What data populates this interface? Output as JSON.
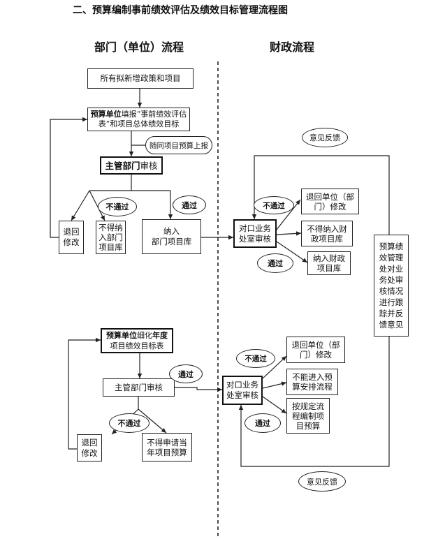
{
  "title": "二、预算编制事前绩效评估及绩效目标管理流程图",
  "columns": {
    "left": "部门（单位）流程",
    "right": "财政流程"
  },
  "top": {
    "new_policy": "所有拟新增政策和项目",
    "fill_form_bold": "预算单位",
    "fill_form_rest": "填报“事前绩效评估表”和项目总体绩效目标",
    "submit_with_budget": "随同项目预算上报",
    "dept_review_bold": "主管部门",
    "dept_review_rest": "审核",
    "fail": "不通过",
    "pass": "通过",
    "return_modify": "退回\n修改",
    "not_into_lib": "不得纳\n入部门\n项目库",
    "into_lib": "纳入\n部门项目库",
    "feedback": "意见反馈",
    "fin_review": "对口业务\n处室审核",
    "fin_fail": "不通过",
    "fin_pass": "通过",
    "return_unit": "退回单位（部\n门）修改",
    "not_into_fin": "不得纳入财\n政项目库",
    "into_fin": "纳入财政\n项目库"
  },
  "side": {
    "track": "预算绩\n效管理\n处对业\n务处审\n核情况\n进行跟\n踪并反\n馈意见"
  },
  "bottom": {
    "refine_bold1": "预算单位",
    "refine_mid": "细化",
    "refine_bold2": "年度",
    "refine_line2": "项目绩效目标表",
    "dept_review": "主管部门审核",
    "pass": "通过",
    "fail": "不通过",
    "return_modify": "退回\n修改",
    "not_apply": "不得申请当\n年项目预算",
    "fin_review": "对口业务\n处室审核",
    "fin_fail": "不通过",
    "fin_pass": "通过",
    "return_unit": "退回单位（部\n门）修改",
    "no_entry": "不能进入预\n算安排流程",
    "compile": "按规定流\n程编制项\n目预算",
    "feedback": "意见反馈"
  }
}
